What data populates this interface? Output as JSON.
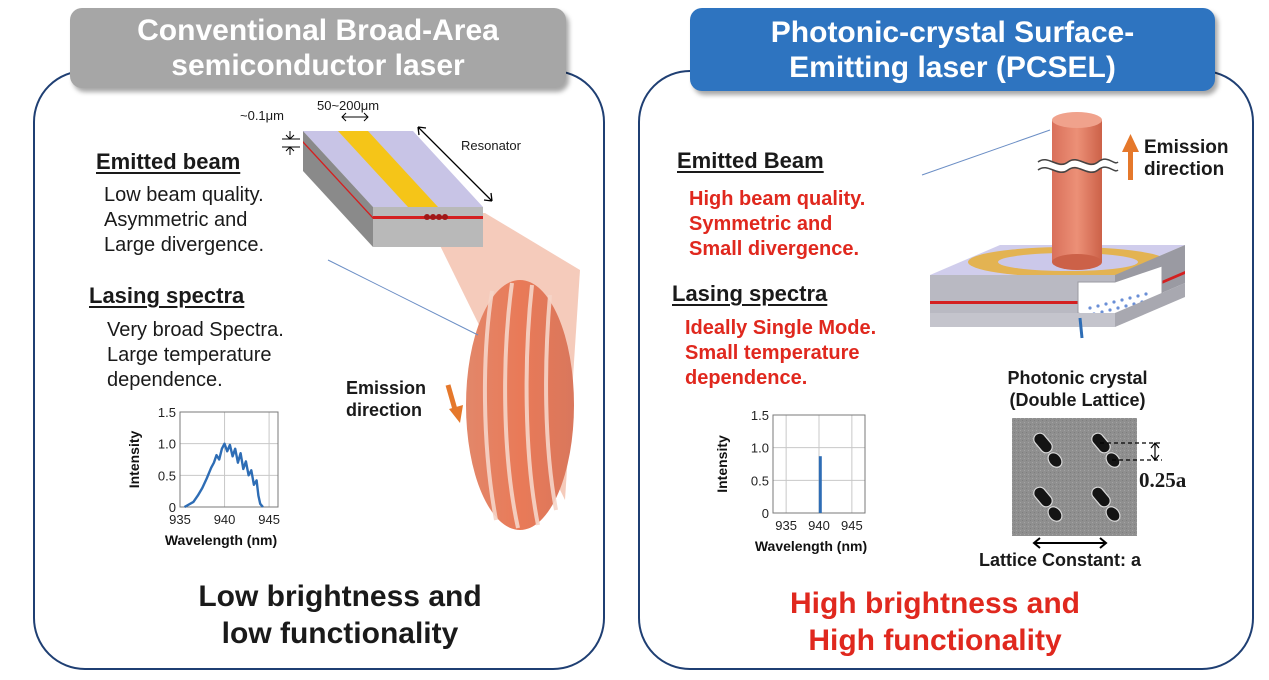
{
  "left": {
    "title": [
      "Conventional Broad-Area",
      "semiconductor laser"
    ],
    "beam_heading": "Emitted beam",
    "beam_desc": [
      "Low beam quality.",
      "Asymmetric and",
      "Large divergence."
    ],
    "spectra_heading": "Lasing spectra",
    "spectra_desc": [
      "Very broad Spectra.",
      "Large temperature",
      "dependence."
    ],
    "conclusion": [
      "Low brightness and",
      "low functionality"
    ],
    "thickness_label": "~0.1μm",
    "width_label": "50~200μm",
    "resonator_label": "Resonator",
    "emission_label": [
      "Emission",
      "direction"
    ]
  },
  "right": {
    "title": [
      "Photonic-crystal Surface-",
      "Emitting laser (PCSEL)"
    ],
    "beam_heading": "Emitted Beam",
    "beam_desc": [
      "High beam quality.",
      "Symmetric and",
      "Small divergence."
    ],
    "spectra_heading": "Lasing spectra",
    "spectra_desc": [
      "Ideally Single Mode.",
      "Small temperature",
      "dependence."
    ],
    "conclusion": [
      "High brightness and",
      "High functionality"
    ],
    "emission_label": [
      "Emission",
      "direction"
    ],
    "pc_label": [
      "Photonic crystal",
      "(Double Lattice)"
    ],
    "offset_label": "0.25a",
    "lattice_label": "Lattice Constant: a"
  },
  "colors": {
    "left_title_bg": "#a6a6a6",
    "right_title_bg": "#2e74c0",
    "panel_border": "#1f3f73",
    "highlight_red": "#e0281e",
    "spectrum_blue": "#2e6db5",
    "beam_orange": "#e05a3a"
  },
  "chart_data": [
    {
      "type": "line",
      "title": "",
      "xlabel": "Wavelength (nm)",
      "ylabel": "Intensity",
      "xlim": [
        935,
        946
      ],
      "ylim": [
        0,
        1.5
      ],
      "xticks": [
        935,
        940,
        945
      ],
      "yticks": [
        0,
        0.5,
        1.0,
        1.5
      ],
      "ytick_labels": [
        "0",
        "0.5",
        "1.0",
        "1.5"
      ],
      "grid": true,
      "series": [
        {
          "x": [
            935.5,
            936.5,
            937.0,
            937.5,
            938.0,
            938.5,
            938.8,
            939.1,
            939.4,
            939.7,
            940.0,
            940.3,
            940.6,
            940.9,
            941.2,
            941.5,
            941.8,
            942.1,
            942.4,
            942.7,
            943.0,
            943.3,
            943.6,
            943.8,
            944.0,
            944.3
          ],
          "y": [
            0.0,
            0.08,
            0.18,
            0.3,
            0.45,
            0.62,
            0.7,
            0.82,
            0.75,
            0.92,
            1.0,
            0.88,
            0.98,
            0.8,
            0.92,
            0.7,
            0.85,
            0.6,
            0.72,
            0.5,
            0.58,
            0.35,
            0.42,
            0.18,
            0.05,
            0.0
          ]
        }
      ]
    },
    {
      "type": "line",
      "title": "",
      "xlabel": "Wavelength (nm)",
      "ylabel": "Intensity",
      "xlim": [
        933,
        947
      ],
      "ylim": [
        0,
        1.5
      ],
      "xticks": [
        935,
        940,
        945
      ],
      "yticks": [
        0,
        0.5,
        1.0,
        1.5
      ],
      "ytick_labels": [
        "0",
        "0.5",
        "1.0",
        "1.5"
      ],
      "grid": true,
      "series": [
        {
          "x": [
            940.2,
            940.2
          ],
          "y": [
            0,
            0.87
          ]
        }
      ]
    }
  ]
}
